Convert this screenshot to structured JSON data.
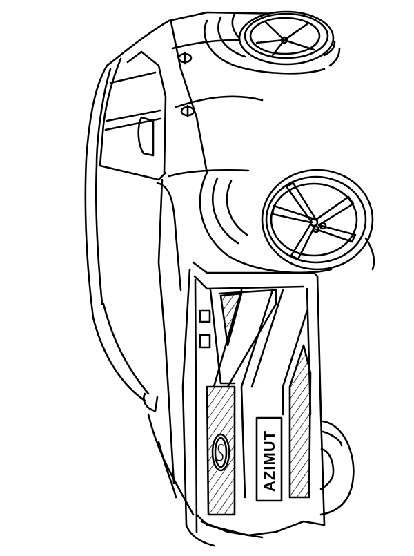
{
  "image": {
    "subject": "SUV car line-art coloring page (rotated 90 degrees)",
    "style": "black outline on white background",
    "colors": {
      "line": "#000000",
      "background": "#ffffff"
    }
  },
  "car": {
    "license_plate_text": "AZIMUT",
    "badge": "oval-emblem",
    "wheels_visible": 3,
    "orientation": "front faces bottom, roof faces left"
  }
}
